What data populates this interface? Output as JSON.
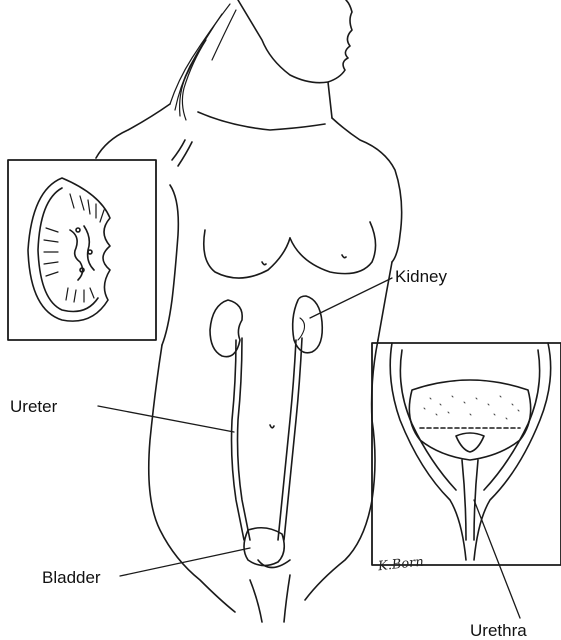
{
  "labels": {
    "kidney": "Kidney",
    "ureter": "Ureter",
    "bladder": "Bladder",
    "urethra": "Urethra"
  },
  "signature": "K.Born",
  "colors": {
    "ink": "#1a1a1a",
    "paper": "#ffffff"
  }
}
